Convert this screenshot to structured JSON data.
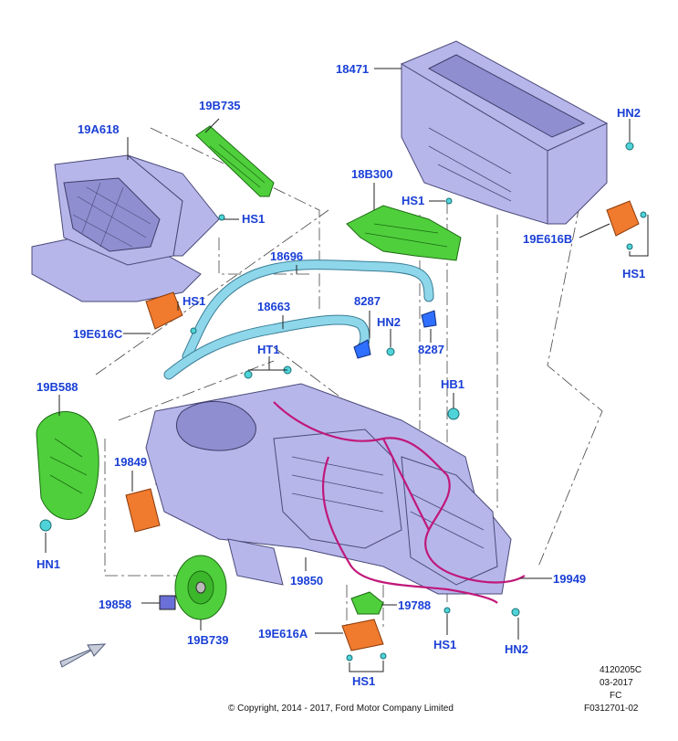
{
  "labels": {
    "p18471": "18471",
    "p19A618": "19A618",
    "p19B735": "19B735",
    "hn2_top": "HN2",
    "p18B300": "18B300",
    "hs1_a": "HS1",
    "hs1_b": "HS1",
    "p19E616B": "19E616B",
    "hs1_c": "HS1",
    "p18696": "18696",
    "hs1_d": "HS1",
    "p19E616C": "19E616C",
    "p18663": "18663",
    "p8287_a": "8287",
    "hn2_mid": "HN2",
    "p8287_b": "8287",
    "ht1": "HT1",
    "p19B588": "19B588",
    "hb1": "HB1",
    "p19849": "19849",
    "hn1": "HN1",
    "p19850": "19850",
    "p19949": "19949",
    "p19858": "19858",
    "p19788": "19788",
    "p19B739": "19B739",
    "p19E616A": "19E616A",
    "hs1_e": "HS1",
    "hn2_bot": "HN2",
    "hs1_f": "HS1"
  },
  "footer": {
    "copyright": "© Copyright, 2014 - 2017, Ford Motor Company Limited",
    "ref1": "4120205C",
    "ref2": "03-2017",
    "ref3": "FC",
    "ref4": "F0312701-02"
  },
  "colors": {
    "label_blue": "#1a3fd6",
    "housing_purple": "#b7b6ea",
    "part_green": "#4fcf3c",
    "actuator_orange": "#f07a2e",
    "hose_cyan": "#8ed6ea",
    "wire_magenta": "#c0187a"
  },
  "icons": {
    "direction_arrow": "arrow-down-left-icon"
  }
}
